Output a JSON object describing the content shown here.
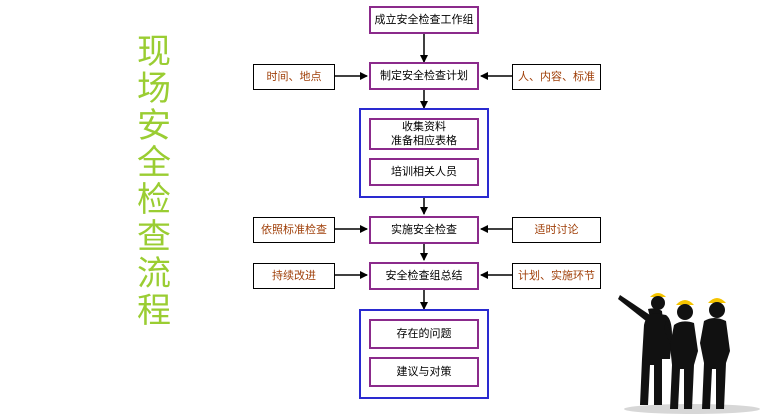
{
  "title_chars": [
    "现",
    "场",
    "安",
    "全",
    "检",
    "查",
    "流",
    "程"
  ],
  "steps": {
    "s1": "成立安全检查工作组",
    "s2": "制定安全检查计划",
    "s3a": "收集资料",
    "s3b": "准备相应表格",
    "s4": "培训相关人员",
    "s5": "实施安全检查",
    "s6": "安全检查组总结",
    "s7": "存在的问题",
    "s8": "建议与对策"
  },
  "side": {
    "l1": "时间、地点",
    "r1": "人、内容、标准",
    "l2": "依照标准检查",
    "r2": "适时讨论",
    "l3": "持续改进",
    "r3": "计划、实施环节"
  },
  "colors": {
    "title": "#9acd32",
    "step_border": "#8b2a8b",
    "group_border": "#2a2ad0",
    "side_text": "#a0400a",
    "helmet": "#f5c400"
  }
}
